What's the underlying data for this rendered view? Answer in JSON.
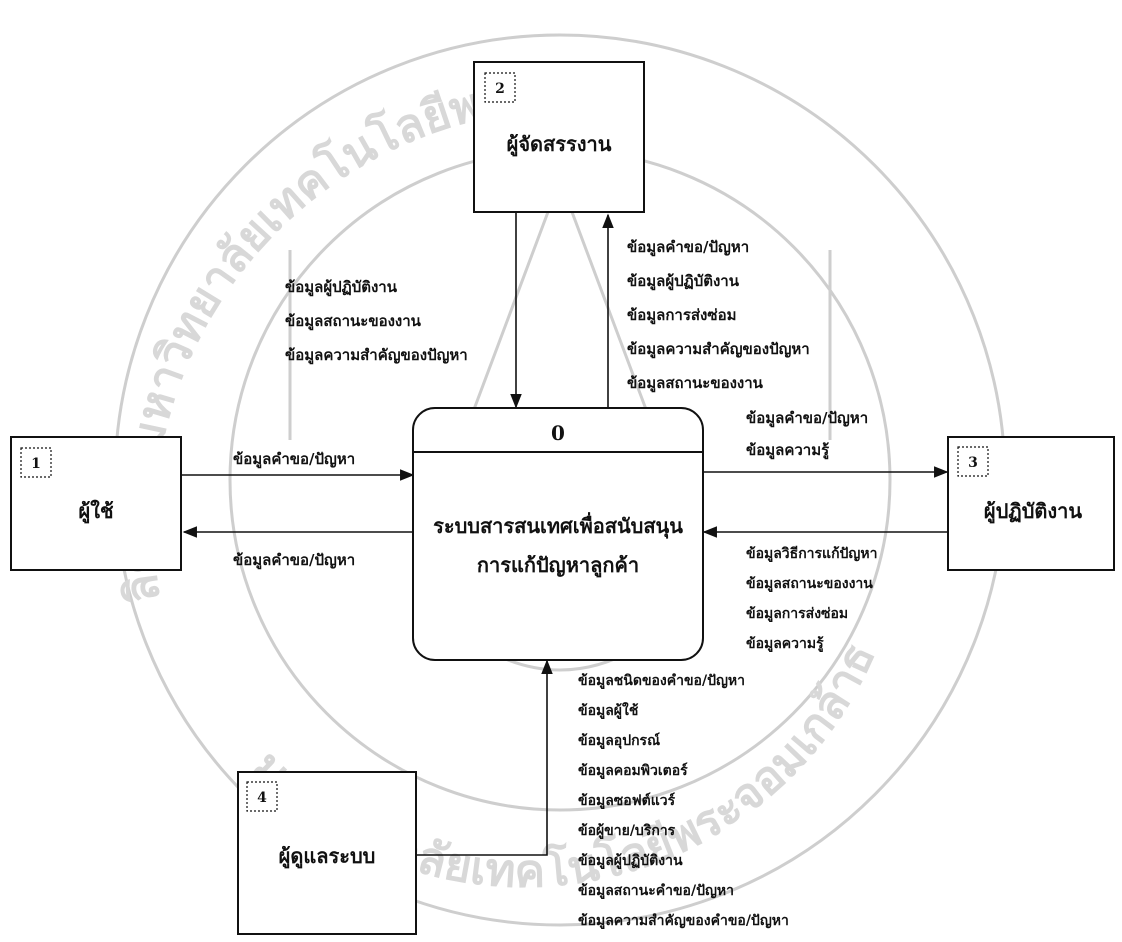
{
  "watermark": {
    "text_left": "ลิขสิทธิ์มหาวิทยาลัยเทคโนโลยีพระจอมเกล้าธนบุรี",
    "text_right": "มหาวิทยาลัยเทคโนโลยีพระจอมเกล้าธนบุรี"
  },
  "process": {
    "id": "0",
    "title_line1": "ระบบสารสนเทศเพื่อสนับสนุน",
    "title_line2": "การแก้ปัญหาลูกค้า"
  },
  "entities": {
    "user": {
      "id": "1",
      "name": "ผู้ใช้"
    },
    "dispatcher": {
      "id": "2",
      "name": "ผู้จัดสรรงาน"
    },
    "operator": {
      "id": "3",
      "name": "ผู้ปฏิบัติงาน"
    },
    "admin": {
      "id": "4",
      "name": "ผู้ดูแลระบบ"
    }
  },
  "flows": {
    "user_to_process": [
      "ข้อมูลคำขอ/ปัญหา"
    ],
    "process_to_user": [
      "ข้อมูลคำขอ/ปัญหา"
    ],
    "dispatcher_to_process": [
      "ข้อมูลผู้ปฏิบัติงาน",
      "ข้อมูลสถานะของงาน",
      "ข้อมูลความสำคัญของปัญหา"
    ],
    "process_to_dispatcher": [
      "ข้อมูลคำขอ/ปัญหา",
      "ข้อมูลผู้ปฏิบัติงาน",
      "ข้อมูลการส่งซ่อม",
      "ข้อมูลความสำคัญของปัญหา",
      "ข้อมูลสถานะของงาน"
    ],
    "process_to_operator": [
      "ข้อมูลคำขอ/ปัญหา",
      "ข้อมูลความรู้"
    ],
    "operator_to_process": [
      "ข้อมูลวิธีการแก้ปัญหา",
      "ข้อมูลสถานะของงาน",
      "ข้อมูลการส่งซ่อม",
      "ข้อมูลความรู้"
    ],
    "admin_to_process": [
      "ข้อมูลชนิดของคำขอ/ปัญหา",
      "ข้อมูลผู้ใช้",
      "ข้อมูลอุปกรณ์",
      "ข้อมูลคอมพิวเตอร์",
      "ข้อมูลซอฟต์แวร์",
      "ข้อผู้ขาย/บริการ",
      "ข้อมูลผู้ปฏิบัติงาน",
      "ข้อมูลสถานะคำขอ/ปัญหา",
      "ข้อมูลความสำคัญของคำขอ/ปัญหา"
    ]
  }
}
